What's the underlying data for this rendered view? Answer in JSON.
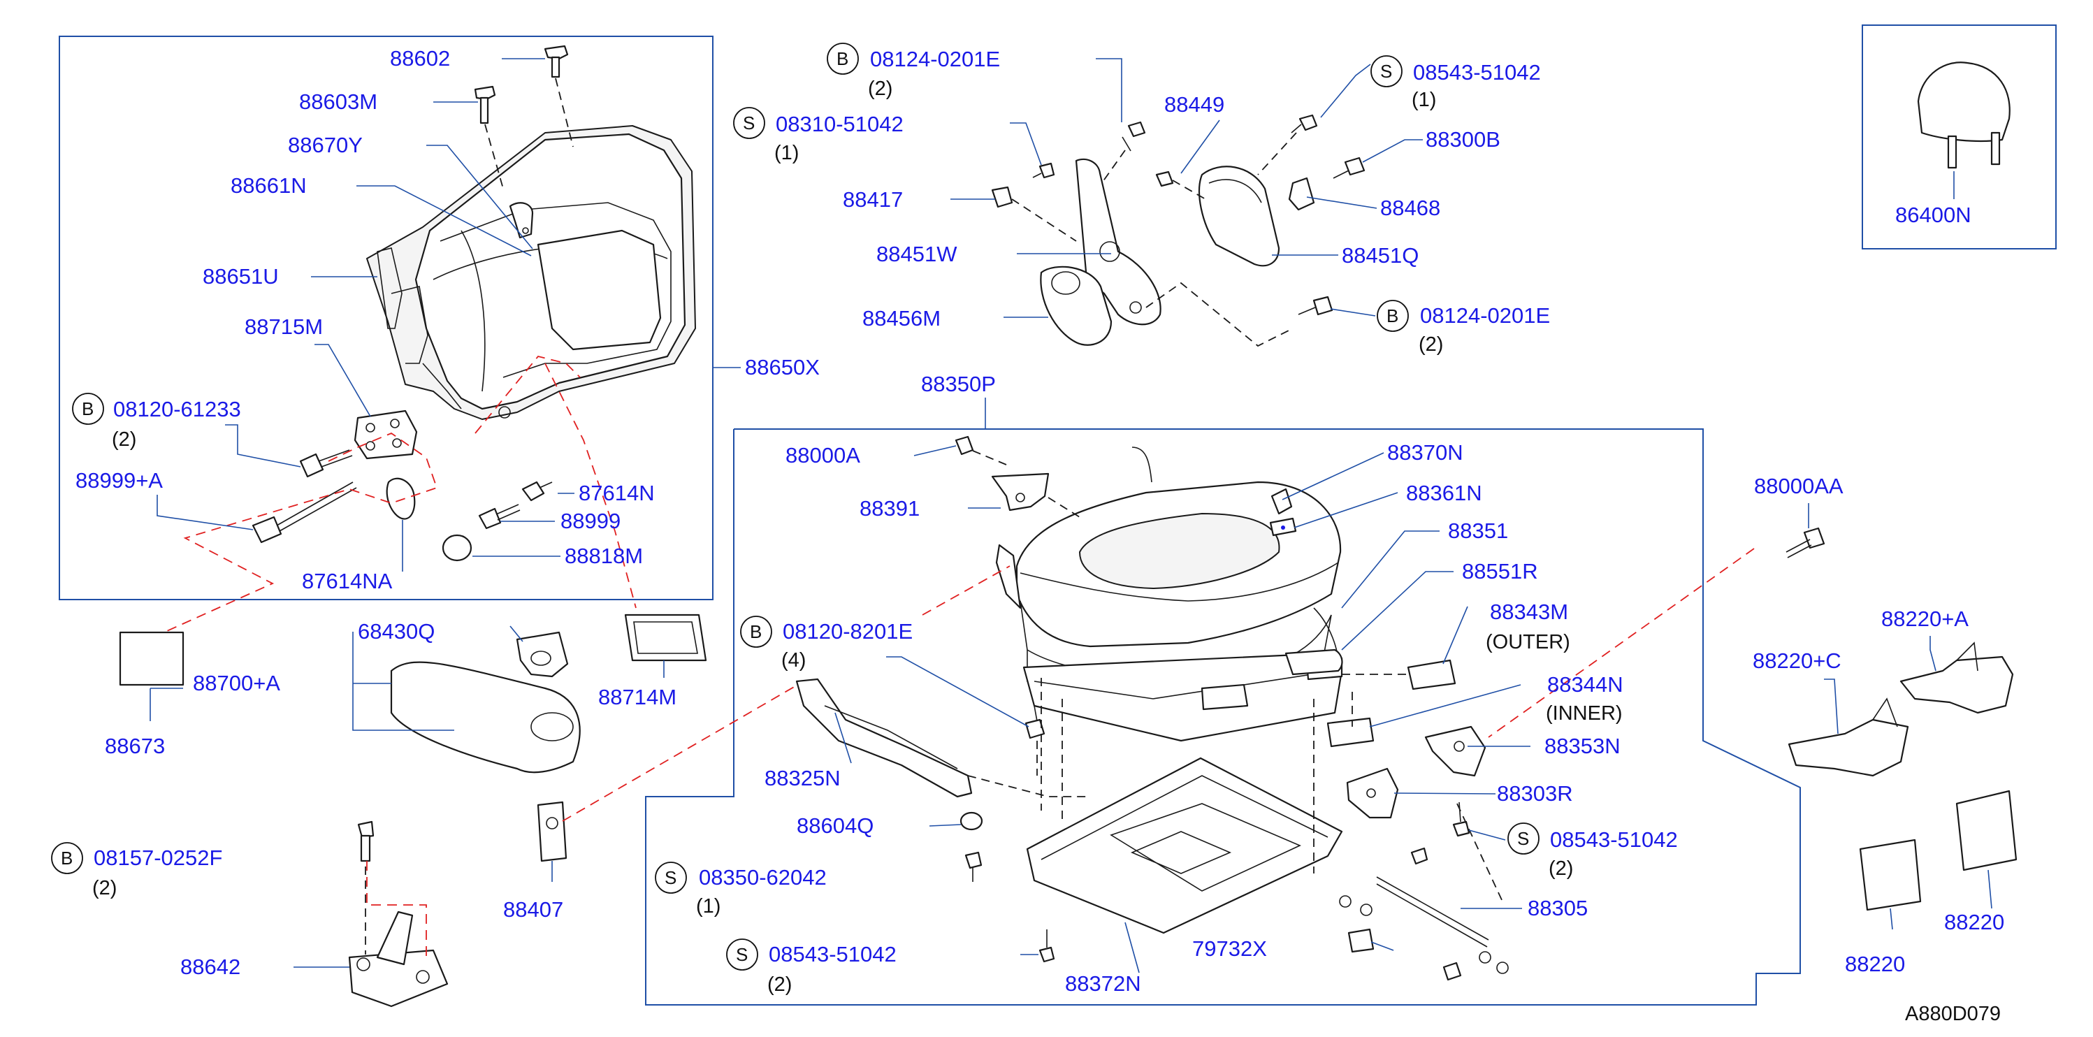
{
  "diagram_id": "A880D079",
  "colors": {
    "label": "#1a1ae6",
    "leader": "#1f4fa6",
    "part_line": "#1a1a1a",
    "red_dash": "#e02020",
    "background": "#ffffff"
  },
  "labels": {
    "l88602": "88602",
    "l88603M": "88603M",
    "l88670Y": "88670Y",
    "l88661N": "88661N",
    "l88651U": "88651U",
    "l88715M": "88715M",
    "l88650X": "88650X",
    "b08120_61233": "08120-61233",
    "q2a": "(2)",
    "l88999A": "88999+A",
    "l87614N": "87614N",
    "l88999": "88999",
    "l88818M": "88818M",
    "l87614NA": "87614NA",
    "b08124_0201E_top": "08124-0201E",
    "q2b": "(2)",
    "s08310_51042": "08310-51042",
    "q1a": "(1)",
    "l88449": "88449",
    "s08543_51042_top": "08543-51042",
    "q1b": "(1)",
    "l88300B": "88300B",
    "l88468": "88468",
    "l88417": "88417",
    "l88451W": "88451W",
    "l88451Q": "88451Q",
    "l88456M": "88456M",
    "b08124_0201E_mid": "08124-0201E",
    "q2c": "(2)",
    "l86400N": "86400N",
    "l88350P": "88350P",
    "l88000A": "88000A",
    "l88391": "88391",
    "l88370N": "88370N",
    "l88361N": "88361N",
    "l88351": "88351",
    "l88551R": "88551R",
    "l88343M": "88343M",
    "outer": "(OUTER)",
    "l88344N": "88344N",
    "inner": "(INNER)",
    "l88353N": "88353N",
    "l88303R": "88303R",
    "s08543_51042_mid": "08543-51042",
    "q2d": "(2)",
    "l88305": "88305",
    "l79732X": "79732X",
    "l88372N": "88372N",
    "s08543_51042_bot": "08543-51042",
    "q2e": "(2)",
    "s08350_62042": "08350-62042",
    "q1c": "(1)",
    "l88604Q": "88604Q",
    "l88325N": "88325N",
    "b08120_8201E": "08120-8201E",
    "q4": "(4)",
    "l88407": "88407",
    "l68430Q": "68430Q",
    "l88714M": "88714M",
    "l88700A": "88700+A",
    "l88673": "88673",
    "b08157_0252F": "08157-0252F",
    "q2f": "(2)",
    "l88642": "88642",
    "l88000AA": "88000AA",
    "l88220A": "88220+A",
    "l88220C": "88220+C",
    "l88220_a": "88220",
    "l88220_b": "88220",
    "diag_code": "A880D079"
  },
  "badges": {
    "B": "B",
    "S": "S"
  }
}
